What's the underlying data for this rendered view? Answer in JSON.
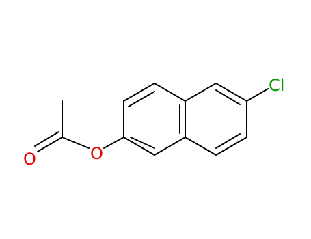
{
  "molecule": {
    "atoms": {
      "chlorine": {
        "label": "Cl",
        "color": "#009900"
      },
      "ester_oxygen": {
        "label": "O",
        "color": "#e60000"
      },
      "carbonyl_oxygen": {
        "label": "O",
        "color": "#e60000"
      }
    },
    "bond_color": "#000000",
    "background": "#ffffff"
  }
}
